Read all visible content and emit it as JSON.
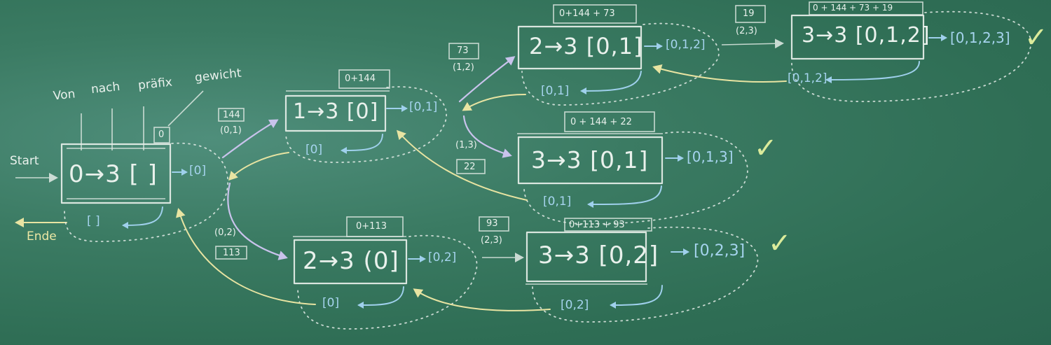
{
  "header_labels": {
    "von": "Von",
    "nach": "nach",
    "praefix": "präfix",
    "gewicht": "gewicht"
  },
  "start_label": "Start",
  "ende_label": "Ende",
  "weight_root": "0",
  "nodes": [
    {
      "text": "0→3 [ ]",
      "forward": "[0]",
      "back": "[ ]"
    },
    {
      "text": "1→3 [0]",
      "forward": "[0,1]",
      "back": "[0]",
      "weight": "0+144"
    },
    {
      "text": "2→3 (0]",
      "forward": "[0,2]",
      "back": "[0]",
      "weight": "0+113"
    },
    {
      "text": "2→3 [0,1]",
      "forward": "[0,1,2]",
      "back": "[0,1]",
      "weight": "0+144 + 73"
    },
    {
      "text": "3→3 [0,1]",
      "forward": "[0,1,3]",
      "back": "[0,1]",
      "weight": "0 + 144 + 22"
    },
    {
      "text": "3→3 [0,1,2]",
      "forward": "[0,1,2,3]",
      "back": "[0,1,2]",
      "weight": "0 + 144 + 73 + 19"
    },
    {
      "text": "3→3 [0,2]",
      "forward": "[0,2,3]",
      "back": "[0,2]",
      "weight": "0+113 + 93"
    }
  ],
  "edges": [
    {
      "weight": "144",
      "pair": "(0,1)"
    },
    {
      "weight": "113",
      "pair": "(0,2)"
    },
    {
      "weight": "73",
      "pair": "(1,2)"
    },
    {
      "weight": "22",
      "pair": "(1,3)"
    },
    {
      "weight": "93",
      "pair": "(2,3)"
    },
    {
      "weight": "19",
      "pair": "(2,3)"
    }
  ],
  "check_mark": "✓"
}
